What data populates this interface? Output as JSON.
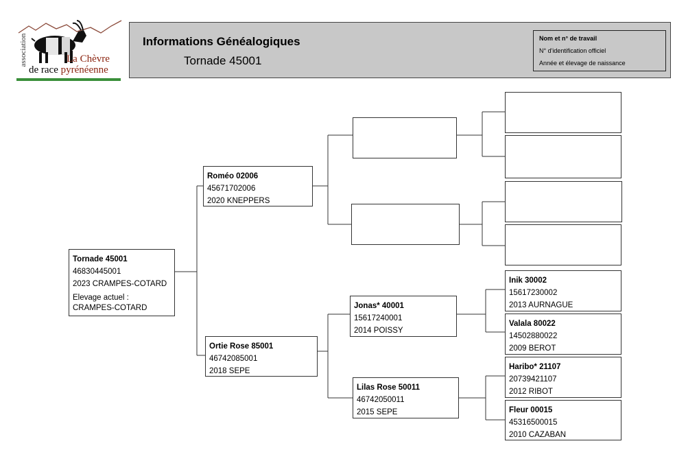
{
  "logo": {
    "association": "association",
    "line1": "La Chèvre",
    "line2a": "de race",
    "line2b": "pyrénéenne"
  },
  "header": {
    "title": "Informations Généalogiques",
    "subject": "Tornade 45001",
    "legend": {
      "name": "Nom et n° de travail",
      "id": "N° d'identification officiel",
      "birth": "Année et élevage de naissance"
    }
  },
  "pedigree": {
    "subject": {
      "name": "Tornade 45001",
      "id": "46830445001",
      "birth": "2023 CRAMPES-COTARD",
      "current_label": "Elevage actuel :",
      "current": "CRAMPES-COTARD"
    },
    "sire": {
      "name": "Roméo 02006",
      "id": "45671702006",
      "birth": "2020 KNEPPERS"
    },
    "dam": {
      "name": "Ortie Rose 85001",
      "id": "46742085001",
      "birth": "2018 SEPE"
    },
    "dam_sire": {
      "name": "Jonas* 40001",
      "id": "15617240001",
      "birth": "2014 POISSY"
    },
    "dam_dam": {
      "name": "Lilas Rose 50011",
      "id": "46742050011",
      "birth": "2015 SEPE"
    },
    "ggp5": {
      "name": "Inik 30002",
      "id": "15617230002",
      "birth": "2013 AURNAGUE"
    },
    "ggp6": {
      "name": "Valala 80022",
      "id": "14502880022",
      "birth": "2009 BEROT"
    },
    "ggp7": {
      "name": "Haribo* 21107",
      "id": "20739421107",
      "birth": "2012 RIBOT"
    },
    "ggp8": {
      "name": "Fleur 00015",
      "id": "45316500015",
      "birth": "2010 CAZABAN"
    }
  }
}
